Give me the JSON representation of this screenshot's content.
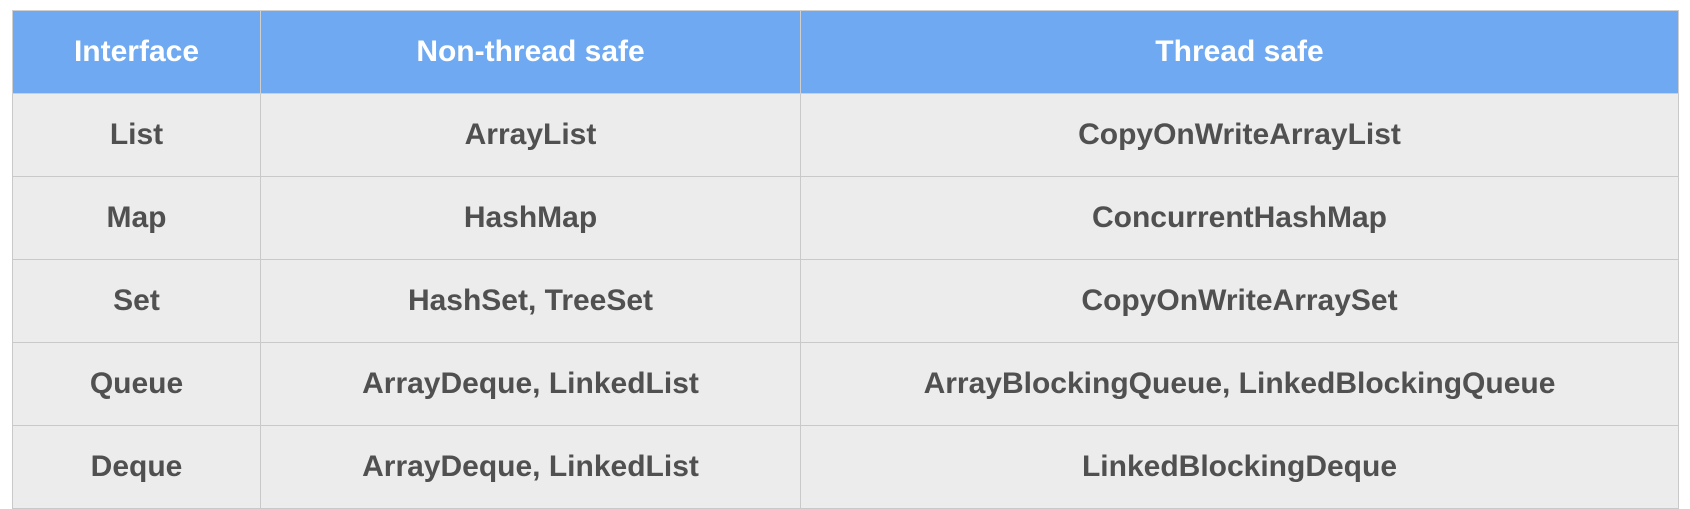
{
  "table": {
    "headers": [
      "Interface",
      "Non-thread safe",
      "Thread safe"
    ],
    "rows": [
      [
        "List",
        "ArrayList",
        "CopyOnWriteArrayList"
      ],
      [
        "Map",
        "HashMap",
        "ConcurrentHashMap"
      ],
      [
        "Set",
        "HashSet, TreeSet",
        "CopyOnWriteArraySet"
      ],
      [
        "Queue",
        "ArrayDeque, LinkedList",
        "ArrayBlockingQueue, LinkedBlockingQueue"
      ],
      [
        "Deque",
        "ArrayDeque, LinkedList",
        "LinkedBlockingDeque"
      ]
    ]
  },
  "colors": {
    "header_bg": "#6ea9f2",
    "header_text": "#ffffff",
    "cell_bg": "#ececec",
    "cell_text": "#505050"
  }
}
